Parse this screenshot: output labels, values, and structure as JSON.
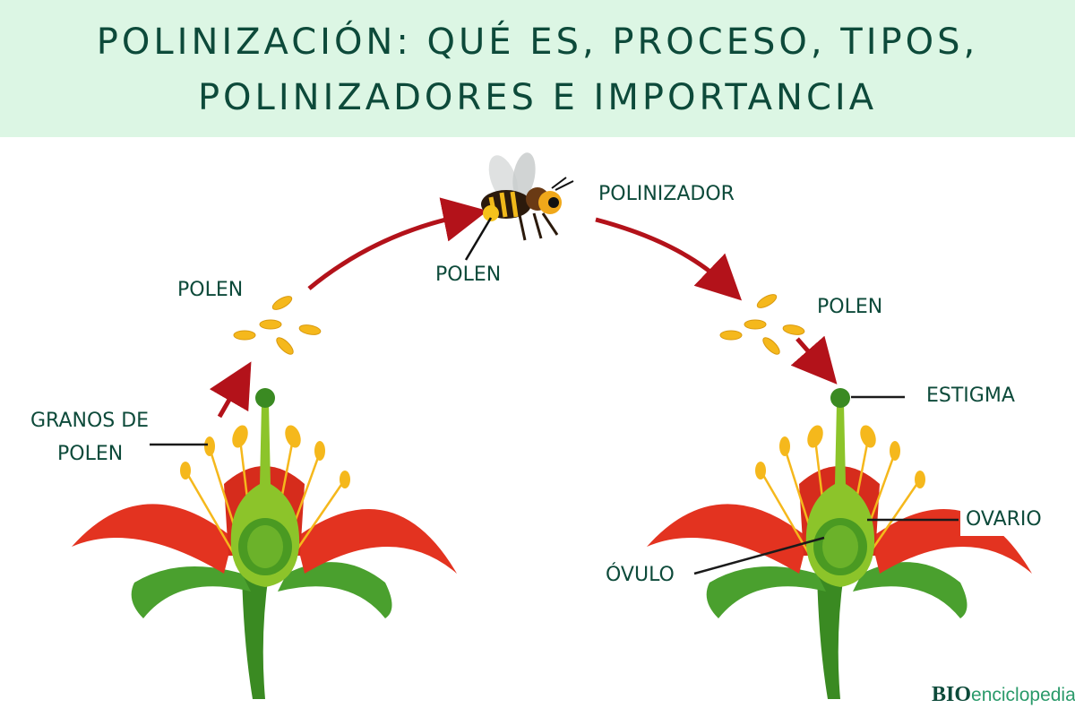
{
  "header": {
    "title_line1": "POLINIZACIÓN: QUÉ ES, PROCESO, TIPOS,",
    "title_line2": "POLINIZADORES E IMPORTANCIA",
    "background": "#dcf6e4",
    "text_color": "#0d4a3a"
  },
  "labels": {
    "granos_de_polen_1": "GRANOS DE",
    "granos_de_polen_2": "POLEN",
    "polen_left": "POLEN",
    "polen_bee": "POLEN",
    "polinizador": "POLINIZADOR",
    "polen_right": "POLEN",
    "estigma": "ESTIGMA",
    "ovario": "OVARIO",
    "ovulo": "ÓVULO"
  },
  "logo": {
    "prefix": "BIO",
    "suffix": "enciclopedia"
  },
  "colors": {
    "arrow": "#b3121a",
    "petal": "#e33320",
    "pollen": "#f5b81c",
    "stem": "#3a9a2a",
    "pistil": "#8cc42a"
  }
}
